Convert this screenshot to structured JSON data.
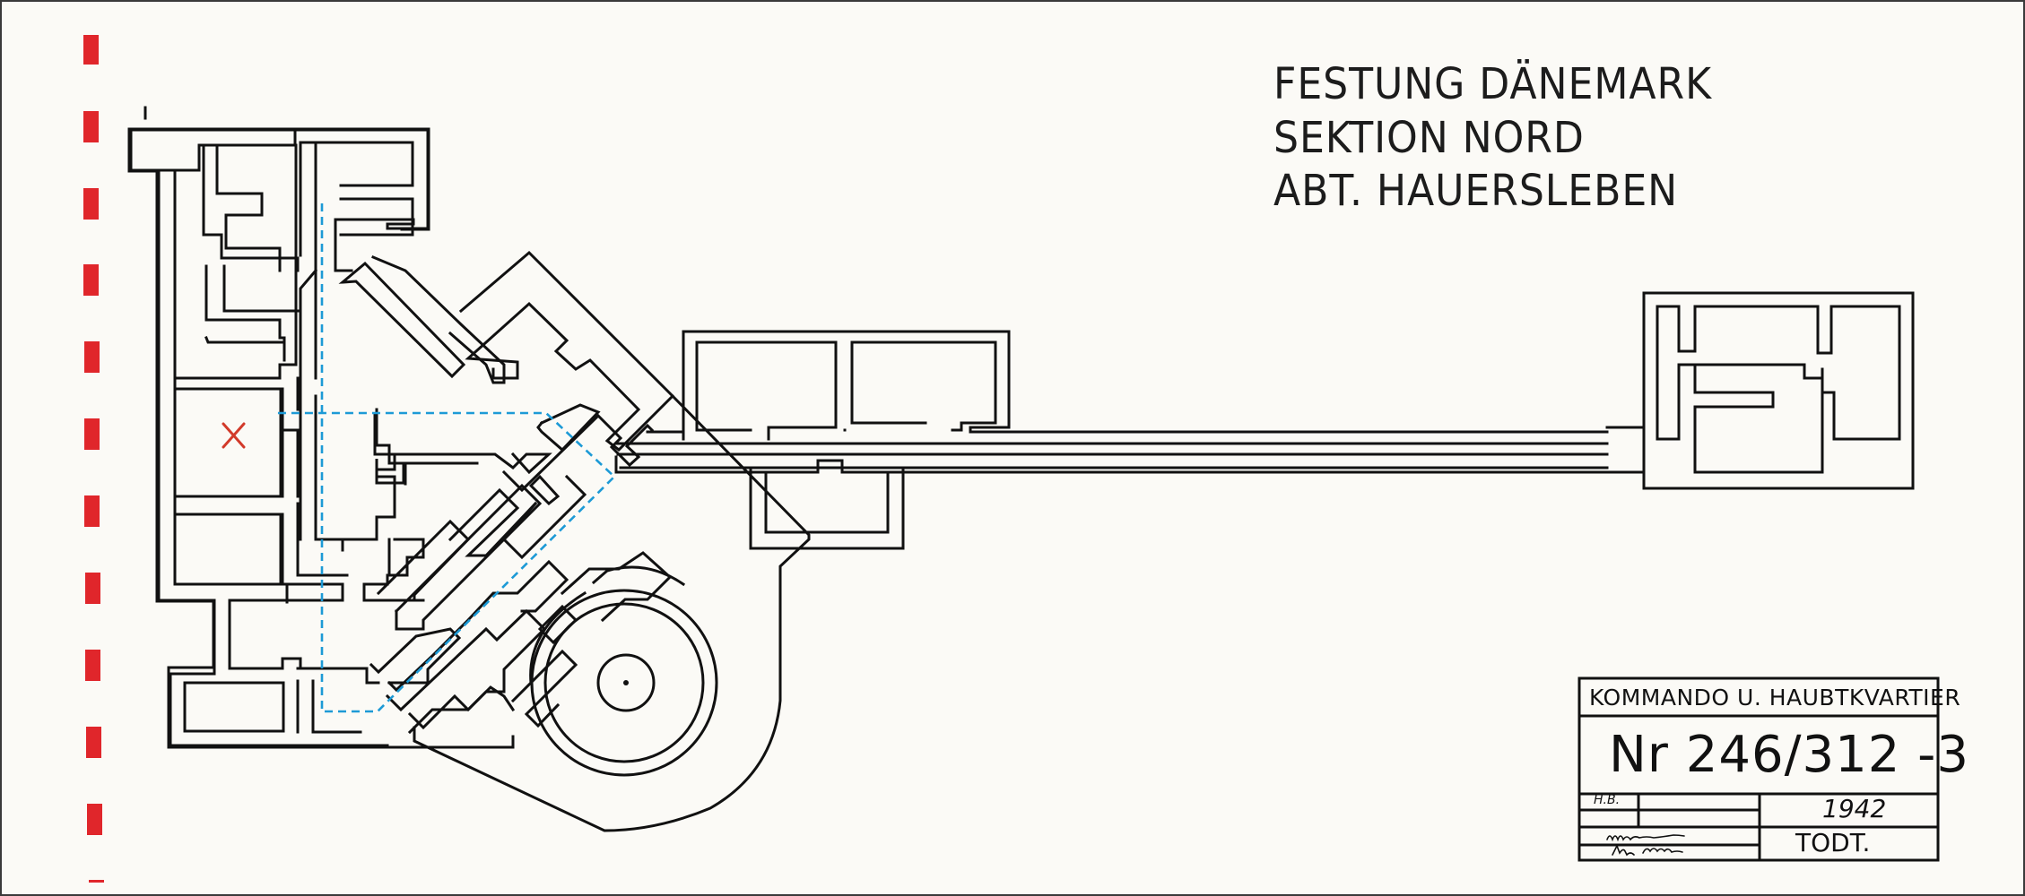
{
  "title": {
    "line1": "FESTUNG DÄNEMARK",
    "line2": "SEKTION NORD",
    "line3": "ABT. HAUERSLEBEN"
  },
  "title_block": {
    "heading": "KOMMANDO U. HAUBTKVARTIER",
    "number": "Nr 246/312 -3",
    "initials": "H.B.",
    "year": "1942",
    "organization": "TODT."
  },
  "colors": {
    "walls": "#111111",
    "route": "#1d9ad6",
    "marker": "#d23a2a",
    "edge_dashes": "#e0262b",
    "paper": "#fbfaf6"
  },
  "icons": {
    "location_marker": "x-mark-icon",
    "signature": "handwritten-signature"
  }
}
